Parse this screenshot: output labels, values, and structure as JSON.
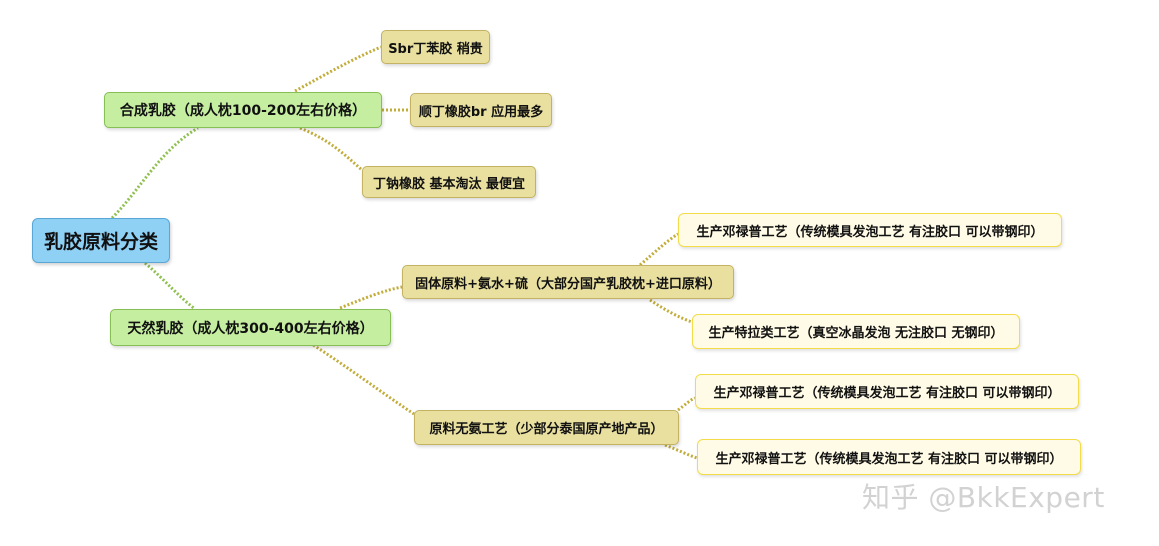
{
  "root": {
    "label": "乳胶原料分类"
  },
  "synthetic": {
    "label": "合成乳胶（成人枕100-200左右价格）",
    "children": [
      {
        "label": "Sbr丁苯胶 稍贵"
      },
      {
        "label": "顺丁橡胶br 应用最多"
      },
      {
        "label": "丁钠橡胶 基本淘汰 最便宜"
      }
    ]
  },
  "natural": {
    "label": "天然乳胶（成人枕300-400左右价格）",
    "children": [
      {
        "label": "固体原料+氨水+硫（大部分国产乳胶枕+进口原料）",
        "children": [
          {
            "label": "生产邓禄普工艺（传统模具发泡工艺 有注胶口 可以带钢印）"
          },
          {
            "label": "生产特拉类工艺（真空冰晶发泡 无注胶口 无钢印）"
          }
        ]
      },
      {
        "label": "原料无氨工艺（少部分泰国原产地产品）",
        "children": [
          {
            "label": "生产邓禄普工艺（传统模具发泡工艺 有注胶口 可以带钢印）"
          },
          {
            "label": "生产邓禄普工艺（传统模具发泡工艺 有注胶口 可以带钢印）"
          }
        ]
      }
    ]
  },
  "watermark": "知乎 @BkkExpert",
  "colors": {
    "root": "#8fd0f5",
    "level1": "#c5eea0",
    "level2": "#e9e0a0",
    "level3": "#fffbe6",
    "green_link": "#8fc050",
    "olive_link": "#c2ac3a"
  }
}
